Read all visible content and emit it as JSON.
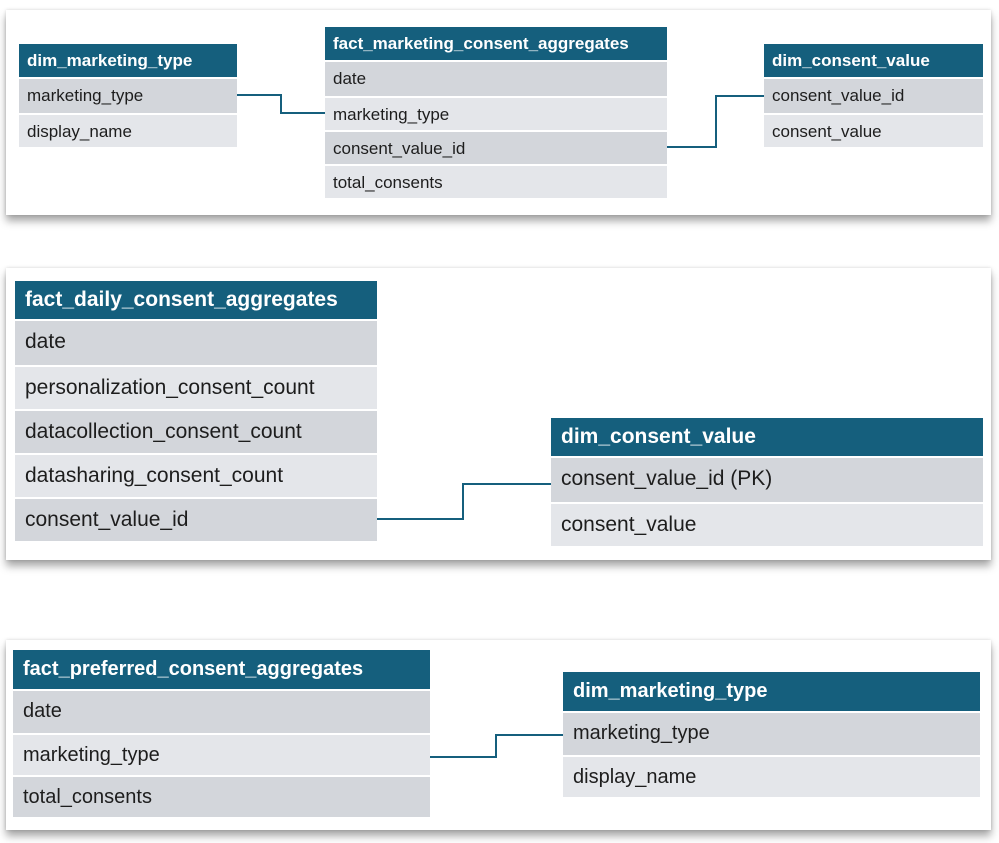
{
  "diagram1": {
    "left_table": {
      "header": "dim_marketing_type",
      "rows": [
        "marketing_type",
        "display_name"
      ]
    },
    "center_table": {
      "header": "fact_marketing_consent_aggregates",
      "rows": [
        "date",
        "marketing_type",
        "consent_value_id",
        "total_consents"
      ]
    },
    "right_table": {
      "header": "dim_consent_value",
      "rows": [
        "consent_value_id",
        "consent_value"
      ]
    }
  },
  "diagram2": {
    "left_table": {
      "header": "fact_daily_consent_aggregates",
      "rows": [
        "date",
        "personalization_consent_count",
        "datacollection_consent_count",
        "datasharing_consent_count",
        "consent_value_id"
      ]
    },
    "right_table": {
      "header": "dim_consent_value",
      "rows": [
        "consent_value_id (PK)",
        "consent_value"
      ]
    }
  },
  "diagram3": {
    "left_table": {
      "header": "fact_preferred_consent_aggregates",
      "rows": [
        "date",
        "marketing_type",
        "total_consents"
      ]
    },
    "right_table": {
      "header": "dim_marketing_type",
      "rows": [
        "marketing_type",
        "display_name"
      ]
    }
  },
  "colors": {
    "header_bg": "#155f7d",
    "row_dark": "#d3d6db",
    "row_light": "#e4e6ea",
    "connector": "#155f7d"
  }
}
